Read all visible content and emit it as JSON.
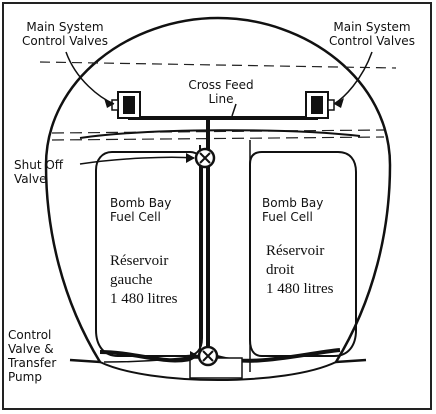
{
  "labels": {
    "main_valves_left": "Main System\nControl Valves",
    "main_valves_right": "Main System\nControl Valves",
    "cross_feed": "Cross Feed\nLine",
    "shut_off": "Shut Off\nValve",
    "left_cell": "Bomb Bay\nFuel Cell",
    "right_cell": "Bomb Bay\nFuel Cell",
    "control_pump": "Control\nValve &\nTransfer\nPump"
  },
  "overlay": {
    "left": "Réservoir\ngauche\n1 480 litres",
    "right": "Réservoir\ndroit\n1 480 litres"
  }
}
